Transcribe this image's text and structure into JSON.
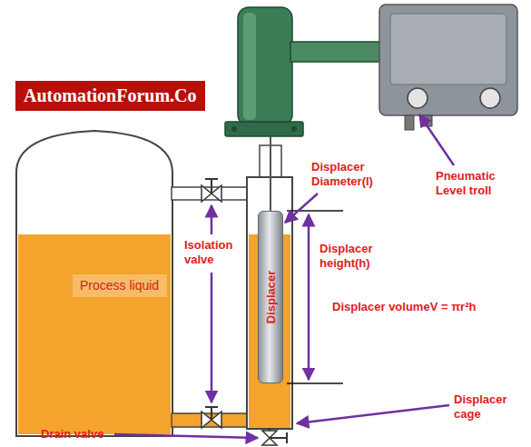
{
  "diagram": {
    "nodes": [
      {
        "text": [
          "AutomationForum.Co"
        ]
      },
      {
        "text": [
          "Process liquid"
        ]
      },
      {
        "text": [
          "Displacer"
        ]
      }
    ],
    "labels": [
      "Displacer Diameter(l)",
      "Pneumatic Level troll",
      "Isolation valve",
      "Displacer height(h)",
      "Displacer volumeV = πr²h",
      "Drain valve",
      "Displacer cage"
    ]
  }
}
